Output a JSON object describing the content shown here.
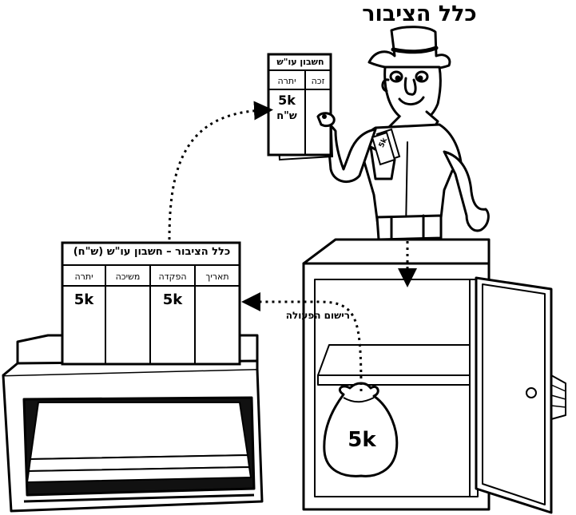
{
  "title": "כלל הציבור",
  "ledger": {
    "title": "כלל הציבור – חשבון עו\"ש (ש\"ח)",
    "columns": [
      "תאריך",
      "הפקדה",
      "משיכה",
      "יתרה"
    ],
    "deposit_value": "5k",
    "balance_value": "5k"
  },
  "paper": {
    "title": "חשבון עו\"ש",
    "columns": [
      "זכה",
      "יתרה"
    ],
    "balance_value": "5k",
    "balance_unit": "ש\"ח"
  },
  "pocket_value": "5k",
  "bag_value": "5k",
  "action_label": "רישום הפעולה"
}
